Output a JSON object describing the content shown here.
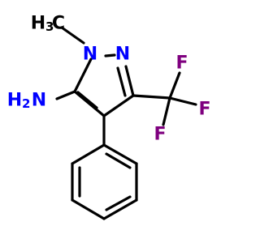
{
  "colors": {
    "background": "#ffffff",
    "bond": "#000000",
    "carbon_hydrogen_label": "#000000",
    "nitrogen": "#0000ff",
    "fluorine": "#7f007f"
  },
  "labels": {
    "methyl_main": "H",
    "methyl_sub": "3",
    "methyl_tail": "C",
    "n1": "N",
    "n2": "N",
    "amine_main": "H",
    "amine_sub": "2",
    "amine_tail": "N",
    "f_top": "F",
    "f_right": "F",
    "f_bottom": "F"
  }
}
